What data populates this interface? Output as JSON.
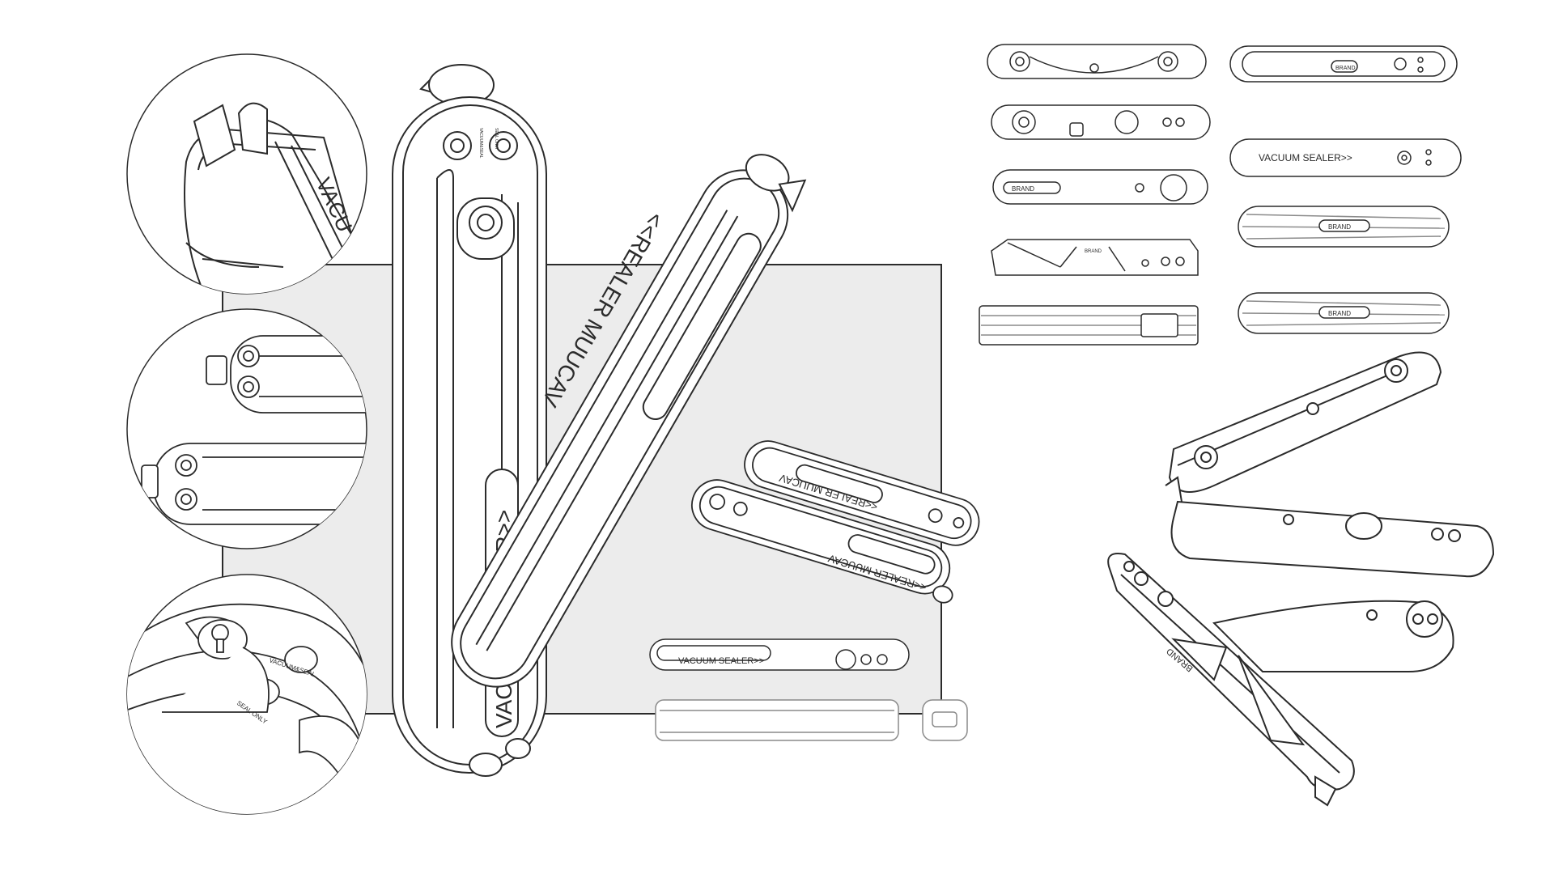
{
  "labels": {
    "vacuum_sealer": "VACUUM SEALER>>",
    "vacuum_sealer_mirror": "<<REALER MUUCAV",
    "vacuum_and_seal": "VACUUM&SEAL",
    "seal_only": "SEAL ONLY",
    "brand": "BRAND",
    "detail_partial": "VACU"
  },
  "colors": {
    "line": "#2b2b2b",
    "light_line": "#8a8a8a",
    "backdrop": "#ececec",
    "fill": "#ffffff"
  }
}
